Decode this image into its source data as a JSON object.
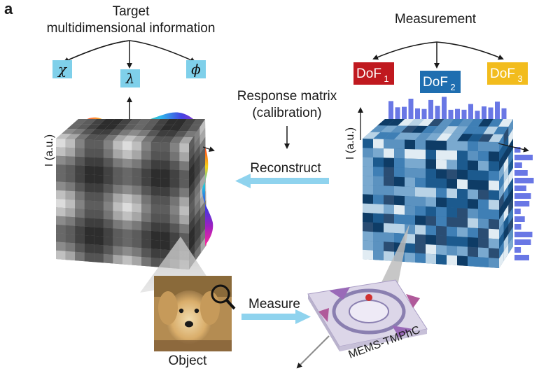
{
  "panel_label": "a",
  "target": {
    "title_line1": "Target",
    "title_line2": "multidimensional information",
    "symbols": [
      {
        "symbol": "χ",
        "name": "chi"
      },
      {
        "symbol": "λ",
        "name": "lambda"
      },
      {
        "symbol": "ϕ",
        "name": "phi"
      }
    ],
    "box_color": "#7fd0ea",
    "axis_label": "I (a.u.)"
  },
  "measurement": {
    "title": "Measurement",
    "dofs": [
      {
        "main": "DoF",
        "sub": "1",
        "color": "#c0191f"
      },
      {
        "main": "DoF",
        "sub": "2",
        "color": "#1f6eb0"
      },
      {
        "main": "DoF",
        "sub": "3",
        "color": "#f2bc1d"
      }
    ],
    "axis_label": "I (a.u.)",
    "bar_color": "#4f5fe0"
  },
  "center": {
    "response_line1": "Response matrix",
    "response_line2": "(calibration)",
    "reconstruct_label": "Reconstruct",
    "arrow_color": "#8fd3ee"
  },
  "bottom": {
    "object_label": "Object",
    "measure_label": "Measure",
    "device_label": "MEMS-TMPhC"
  }
}
